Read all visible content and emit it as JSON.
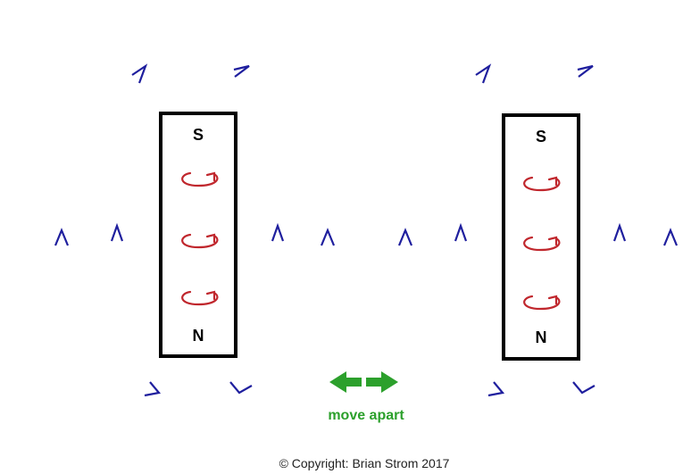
{
  "colors": {
    "field_line": "#1f1f9e",
    "magnet_outline": "#000000",
    "spin_arrow": "#c0272d",
    "motion_arrow": "#2ca02c"
  },
  "magnets": [
    {
      "top_pole": "S",
      "bottom_pole": "N",
      "spin_count": 3
    },
    {
      "top_pole": "S",
      "bottom_pole": "N",
      "spin_count": 3
    }
  ],
  "motion": {
    "icon": "double-arrow-icon",
    "label": "move apart"
  },
  "footer": {
    "copyright": "© Copyright: Brian Strom 2017"
  }
}
